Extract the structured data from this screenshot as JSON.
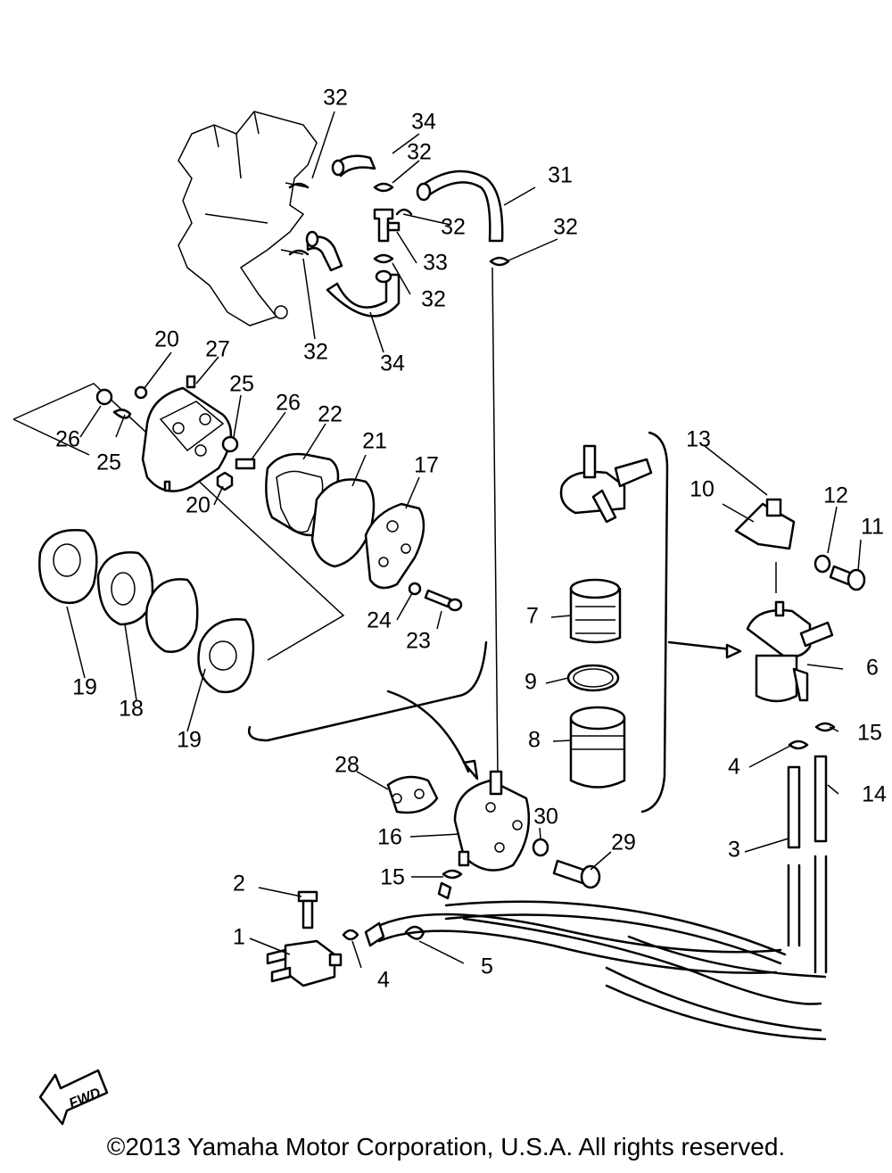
{
  "diagram": {
    "labels": {
      "p1": "1",
      "p2": "2",
      "p3": "3",
      "p4a": "4",
      "p4b": "4",
      "p5": "5",
      "p6": "6",
      "p7": "7",
      "p8": "8",
      "p9": "9",
      "p10": "10",
      "p11": "11",
      "p12": "12",
      "p13": "13",
      "p14": "14",
      "p15a": "15",
      "p15b": "15",
      "p16": "16",
      "p17": "17",
      "p18": "18",
      "p19a": "19",
      "p19b": "19",
      "p20a": "20",
      "p20b": "20",
      "p21": "21",
      "p22": "22",
      "p23": "23",
      "p24": "24",
      "p25a": "25",
      "p25b": "25",
      "p26a": "26",
      "p26b": "26",
      "p27": "27",
      "p28": "28",
      "p29": "29",
      "p30": "30",
      "p31": "31",
      "p32a": "32",
      "p32b": "32",
      "p32c": "32",
      "p32d": "32",
      "p32e": "32",
      "p32f": "32",
      "p33": "33",
      "p34a": "34",
      "p34b": "34"
    },
    "fwd": "FWD",
    "copyright": "©2013 Yamaha Motor Corporation, U.S.A. All rights reserved."
  }
}
